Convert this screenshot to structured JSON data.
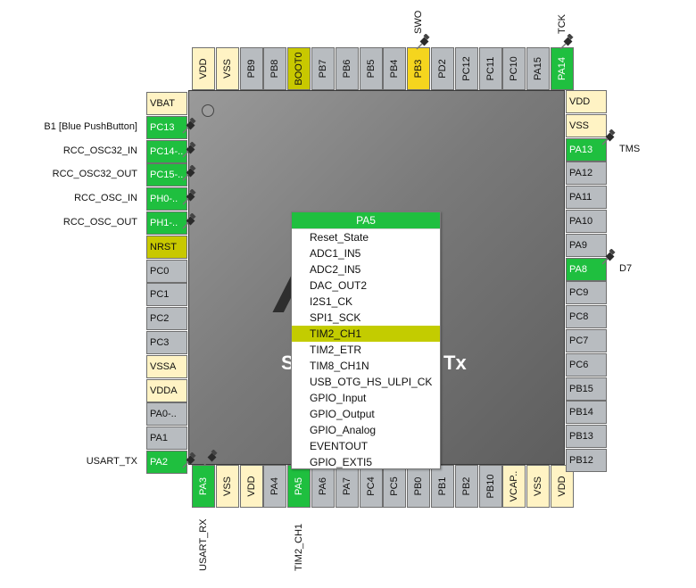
{
  "chip": {
    "text_left": "S",
    "text_right": "Tx",
    "logo_glyph": "/"
  },
  "pins": {
    "top": [
      {
        "label": "VDD",
        "type": "power"
      },
      {
        "label": "VSS",
        "type": "power"
      },
      {
        "label": "PB9",
        "type": "gray"
      },
      {
        "label": "PB8",
        "type": "gray"
      },
      {
        "label": "BOOT0",
        "type": "olive"
      },
      {
        "label": "PB7",
        "type": "gray"
      },
      {
        "label": "PB6",
        "type": "gray"
      },
      {
        "label": "PB5",
        "type": "gray"
      },
      {
        "label": "PB4",
        "type": "gray"
      },
      {
        "label": "PB3",
        "type": "yellow"
      },
      {
        "label": "PD2",
        "type": "gray"
      },
      {
        "label": "PC12",
        "type": "gray"
      },
      {
        "label": "PC11",
        "type": "gray"
      },
      {
        "label": "PC10",
        "type": "gray"
      },
      {
        "label": "PA15",
        "type": "gray"
      },
      {
        "label": "PA14",
        "type": "green"
      }
    ],
    "bottom": [
      {
        "label": "PA3",
        "type": "green"
      },
      {
        "label": "VSS",
        "type": "power"
      },
      {
        "label": "VDD",
        "type": "power"
      },
      {
        "label": "PA4",
        "type": "gray"
      },
      {
        "label": "PA5",
        "type": "green"
      },
      {
        "label": "PA6",
        "type": "gray"
      },
      {
        "label": "PA7",
        "type": "gray"
      },
      {
        "label": "PC4",
        "type": "gray"
      },
      {
        "label": "PC5",
        "type": "gray"
      },
      {
        "label": "PB0",
        "type": "gray"
      },
      {
        "label": "PB1",
        "type": "gray"
      },
      {
        "label": "PB2",
        "type": "gray"
      },
      {
        "label": "PB10",
        "type": "gray"
      },
      {
        "label": "VCAP..",
        "type": "power"
      },
      {
        "label": "VSS",
        "type": "power"
      },
      {
        "label": "VDD",
        "type": "power"
      }
    ],
    "left": [
      {
        "label": "VBAT",
        "type": "power"
      },
      {
        "label": "PC13",
        "type": "green"
      },
      {
        "label": "PC14-..",
        "type": "green"
      },
      {
        "label": "PC15-..",
        "type": "green"
      },
      {
        "label": "PH0-..",
        "type": "green"
      },
      {
        "label": "PH1-..",
        "type": "green"
      },
      {
        "label": "NRST",
        "type": "olive"
      },
      {
        "label": "PC0",
        "type": "gray"
      },
      {
        "label": "PC1",
        "type": "gray"
      },
      {
        "label": "PC2",
        "type": "gray"
      },
      {
        "label": "PC3",
        "type": "gray"
      },
      {
        "label": "VSSA",
        "type": "power"
      },
      {
        "label": "VDDA",
        "type": "power"
      },
      {
        "label": "PA0-..",
        "type": "gray"
      },
      {
        "label": "PA1",
        "type": "gray"
      },
      {
        "label": "PA2",
        "type": "green"
      }
    ],
    "right": [
      {
        "label": "VDD",
        "type": "power"
      },
      {
        "label": "VSS",
        "type": "power"
      },
      {
        "label": "PA13",
        "type": "green"
      },
      {
        "label": "PA12",
        "type": "gray"
      },
      {
        "label": "PA11",
        "type": "gray"
      },
      {
        "label": "PA10",
        "type": "gray"
      },
      {
        "label": "PA9",
        "type": "gray"
      },
      {
        "label": "PA8",
        "type": "green"
      },
      {
        "label": "PC9",
        "type": "gray"
      },
      {
        "label": "PC8",
        "type": "gray"
      },
      {
        "label": "PC7",
        "type": "gray"
      },
      {
        "label": "PC6",
        "type": "gray"
      },
      {
        "label": "PB15",
        "type": "gray"
      },
      {
        "label": "PB14",
        "type": "gray"
      },
      {
        "label": "PB13",
        "type": "gray"
      },
      {
        "label": "PB12",
        "type": "gray"
      }
    ]
  },
  "signal_labels": {
    "left": [
      {
        "pin": 1,
        "text": "B1 [Blue PushButton]"
      },
      {
        "pin": 2,
        "text": "RCC_OSC32_IN"
      },
      {
        "pin": 3,
        "text": "RCC_OSC32_OUT"
      },
      {
        "pin": 4,
        "text": "RCC_OSC_IN"
      },
      {
        "pin": 5,
        "text": "RCC_OSC_OUT"
      },
      {
        "pin": 15,
        "text": "USART_TX"
      }
    ],
    "right": [
      {
        "pin": 2,
        "text": "TMS"
      },
      {
        "pin": 7,
        "text": "D7"
      }
    ],
    "top": [
      {
        "pin": 9,
        "text": "SWO"
      },
      {
        "pin": 15,
        "text": "TCK"
      }
    ],
    "bottom": [
      {
        "pin": 0,
        "text": "USART_RX"
      },
      {
        "pin": 4,
        "text": "TIM2_CH1"
      }
    ]
  },
  "menu": {
    "title": "PA5",
    "selected_index": 6,
    "items": [
      "Reset_State",
      "ADC1_IN5",
      "ADC2_IN5",
      "DAC_OUT2",
      "I2S1_CK",
      "SPI1_SCK",
      "TIM2_CH1",
      "TIM2_ETR",
      "TIM8_CH1N",
      "USB_OTG_HS_ULPI_CK",
      "GPIO_Input",
      "GPIO_Output",
      "GPIO_Analog",
      "EVENTOUT",
      "GPIO_EXTI5"
    ]
  },
  "colors": {
    "green": "#1fbf3f",
    "power": "#fff3c4",
    "gray": "#b8bcc0",
    "olive": "#c8c800",
    "yellow": "#f5d51e",
    "selected": "#c3cc00"
  },
  "icons": {
    "pushpin": "pushpin-icon",
    "chip_dot": "pin1-marker-icon"
  }
}
